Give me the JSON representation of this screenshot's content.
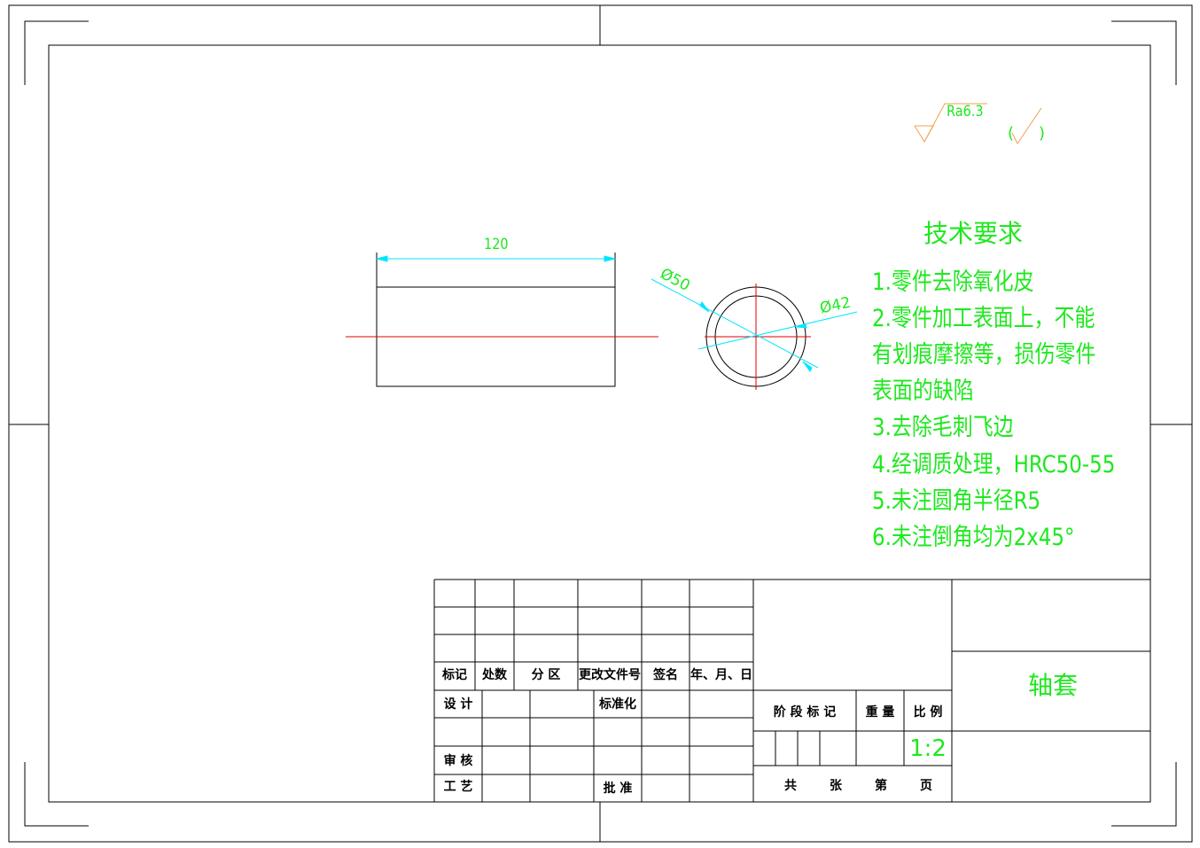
{
  "colors": {
    "text": "#1ee81e",
    "dimension": "#00e5ff",
    "centerline": "#e00000",
    "roughness": "#f0a050"
  },
  "roughness": {
    "main": "Ra6.3",
    "other_open": "(",
    "other_close": ")"
  },
  "dimensions": {
    "length": "120",
    "outer_diameter": "Ø50",
    "inner_diameter": "Ø42"
  },
  "requirements": {
    "title": "技术要求",
    "lines": [
      "1.零件去除氧化皮",
      "2.零件加工表面上，不能",
      "有划痕摩擦等，损伤零件",
      "表面的缺陷",
      "3.去除毛刺飞边",
      "4.经调质处理，HRC50-55",
      "5.未注圆角半径R5",
      "6.未注倒角均为2x45°"
    ]
  },
  "title_block": {
    "headers": [
      "标记",
      "处数",
      "分 区",
      "更改文件号",
      "签名",
      "年、月、日"
    ],
    "design": "设 计",
    "standard": "标准化",
    "review": "审 核",
    "process": "工 艺",
    "approve": "批 准",
    "stage": "阶 段 标 记",
    "weight": "重 量",
    "scale_label": "比 例",
    "scale": "1:2",
    "sheets": [
      "共",
      "张",
      "第",
      "页"
    ],
    "part_name": "轴套"
  }
}
